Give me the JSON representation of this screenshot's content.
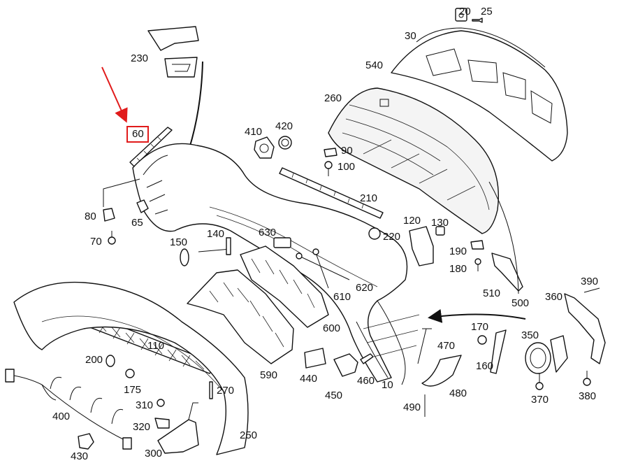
{
  "diagram": {
    "highlight_color": "#e11b1b",
    "highlighted_part": "60",
    "parts": [
      {
        "id": "20"
      },
      {
        "id": "25"
      },
      {
        "id": "30"
      },
      {
        "id": "540"
      },
      {
        "id": "260"
      },
      {
        "id": "230"
      },
      {
        "id": "60"
      },
      {
        "id": "410"
      },
      {
        "id": "420"
      },
      {
        "id": "90"
      },
      {
        "id": "100"
      },
      {
        "id": "210"
      },
      {
        "id": "80"
      },
      {
        "id": "65"
      },
      {
        "id": "70"
      },
      {
        "id": "150"
      },
      {
        "id": "140"
      },
      {
        "id": "630"
      },
      {
        "id": "220"
      },
      {
        "id": "120"
      },
      {
        "id": "130"
      },
      {
        "id": "190"
      },
      {
        "id": "180"
      },
      {
        "id": "510"
      },
      {
        "id": "500"
      },
      {
        "id": "620"
      },
      {
        "id": "610"
      },
      {
        "id": "600"
      },
      {
        "id": "390"
      },
      {
        "id": "360"
      },
      {
        "id": "350"
      },
      {
        "id": "370"
      },
      {
        "id": "380"
      },
      {
        "id": "170"
      },
      {
        "id": "160"
      },
      {
        "id": "470"
      },
      {
        "id": "480"
      },
      {
        "id": "490"
      },
      {
        "id": "10"
      },
      {
        "id": "460"
      },
      {
        "id": "450"
      },
      {
        "id": "440"
      },
      {
        "id": "590"
      },
      {
        "id": "110"
      },
      {
        "id": "200"
      },
      {
        "id": "175"
      },
      {
        "id": "310"
      },
      {
        "id": "320"
      },
      {
        "id": "300"
      },
      {
        "id": "270"
      },
      {
        "id": "250"
      },
      {
        "id": "400"
      },
      {
        "id": "430"
      }
    ]
  }
}
